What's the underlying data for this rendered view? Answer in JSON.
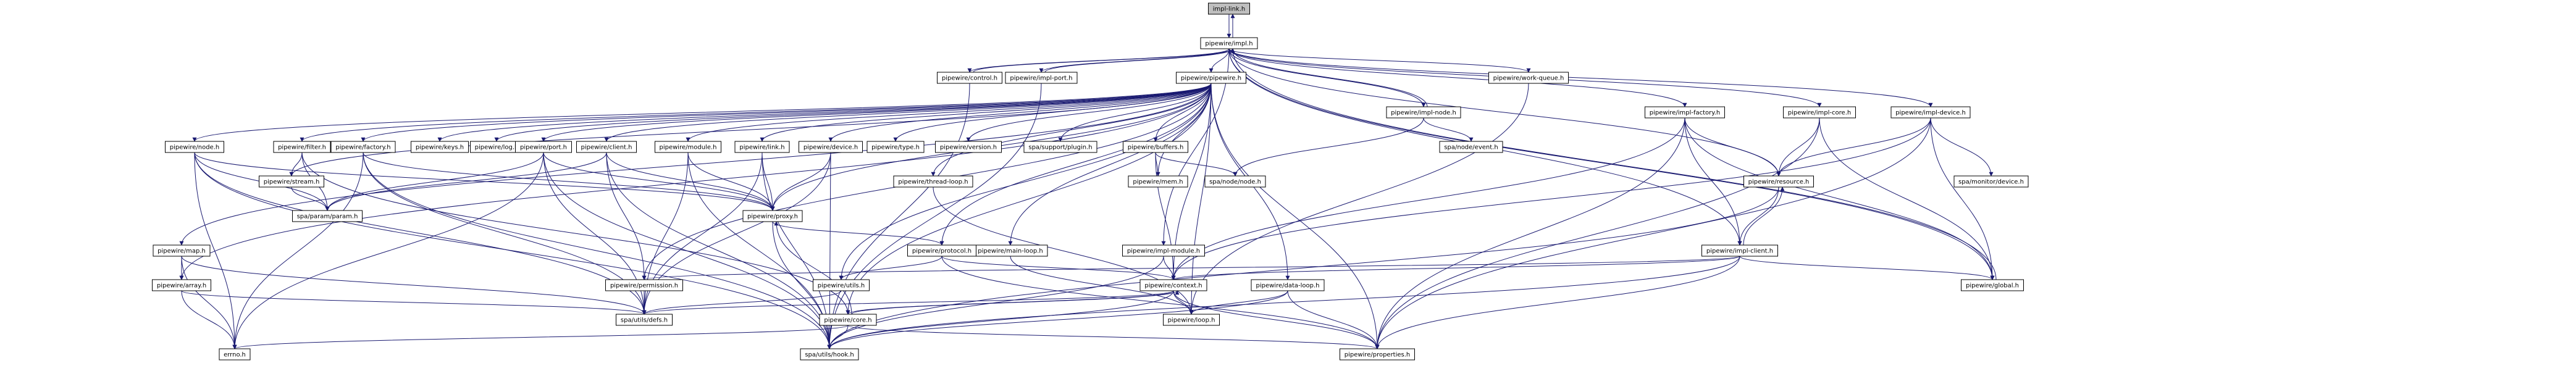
{
  "graph": {
    "type": "include-dependency-graph",
    "colors": {
      "edge": "#191970",
      "highlight_fill": "#bfbfbf",
      "node_fill": "#ffffff",
      "link_text": "#000000",
      "missing_text": "#ff0000",
      "external_text": "#bfbfbf"
    },
    "nodes": [
      {
        "id": "impl_link",
        "label": "impl-link.h",
        "style": "highlight"
      },
      {
        "id": "impl",
        "label": "pipewire/impl.h",
        "style": "normal"
      },
      {
        "id": "control",
        "label": "pipewire/control.h",
        "style": "normal"
      },
      {
        "id": "impl_port",
        "label": "pipewire/impl-port.h",
        "style": "normal"
      },
      {
        "id": "pipewire",
        "label": "pipewire/pipewire.h",
        "style": "normal"
      },
      {
        "id": "impl_node",
        "label": "pipewire/impl-node.h",
        "style": "normal"
      },
      {
        "id": "work_queue",
        "label": "pipewire/work-queue.h",
        "style": "normal"
      },
      {
        "id": "impl_factory",
        "label": "pipewire/impl-factory.h",
        "style": "normal"
      },
      {
        "id": "impl_core",
        "label": "pipewire/impl-core.h",
        "style": "normal"
      },
      {
        "id": "impl_device",
        "label": "pipewire/impl-device.h",
        "style": "normal"
      },
      {
        "id": "node",
        "label": "pipewire/node.h",
        "style": "red"
      },
      {
        "id": "filter",
        "label": "pipewire/filter.h",
        "style": "red"
      },
      {
        "id": "factory",
        "label": "pipewire/factory.h",
        "style": "red"
      },
      {
        "id": "keys",
        "label": "pipewire/keys.h",
        "style": "normal"
      },
      {
        "id": "log",
        "label": "pipewire/log.h",
        "style": "red"
      },
      {
        "id": "port",
        "label": "pipewire/port.h",
        "style": "red"
      },
      {
        "id": "client",
        "label": "pipewire/client.h",
        "style": "normal"
      },
      {
        "id": "module",
        "label": "pipewire/module.h",
        "style": "normal"
      },
      {
        "id": "link",
        "label": "pipewire/link.h",
        "style": "normal"
      },
      {
        "id": "device",
        "label": "pipewire/device.h",
        "style": "normal"
      },
      {
        "id": "type",
        "label": "pipewire/type.h",
        "style": "red"
      },
      {
        "id": "version",
        "label": "pipewire/version.h",
        "style": "normal"
      },
      {
        "id": "plugin",
        "label": "spa/support/plugin.h",
        "style": "external"
      },
      {
        "id": "buffers",
        "label": "pipewire/buffers.h",
        "style": "normal"
      },
      {
        "id": "node_event",
        "label": "spa/node/event.h",
        "style": "external"
      },
      {
        "id": "stream",
        "label": "pipewire/stream.h",
        "style": "red"
      },
      {
        "id": "thread_loop",
        "label": "pipewire/thread-loop.h",
        "style": "normal"
      },
      {
        "id": "mem",
        "label": "pipewire/mem.h",
        "style": "normal"
      },
      {
        "id": "spa_node",
        "label": "spa/node/node.h",
        "style": "external"
      },
      {
        "id": "resource",
        "label": "pipewire/resource.h",
        "style": "normal"
      },
      {
        "id": "monitor_device",
        "label": "spa/monitor/device.h",
        "style": "external"
      },
      {
        "id": "proxy",
        "label": "pipewire/proxy.h",
        "style": "normal"
      },
      {
        "id": "param",
        "label": "spa/param/param.h",
        "style": "external"
      },
      {
        "id": "map",
        "label": "pipewire/map.h",
        "style": "red"
      },
      {
        "id": "main_loop",
        "label": "pipewire/main-loop.h",
        "style": "normal"
      },
      {
        "id": "impl_module",
        "label": "pipewire/impl-module.h",
        "style": "normal"
      },
      {
        "id": "impl_client",
        "label": "pipewire/impl-client.h",
        "style": "normal"
      },
      {
        "id": "protocol",
        "label": "pipewire/protocol.h",
        "style": "red"
      },
      {
        "id": "array",
        "label": "pipewire/array.h",
        "style": "normal"
      },
      {
        "id": "permission",
        "label": "pipewire/permission.h",
        "style": "normal"
      },
      {
        "id": "utils",
        "label": "pipewire/utils.h",
        "style": "red"
      },
      {
        "id": "context",
        "label": "pipewire/context.h",
        "style": "normal"
      },
      {
        "id": "data_loop",
        "label": "pipewire/data-loop.h",
        "style": "normal"
      },
      {
        "id": "global",
        "label": "pipewire/global.h",
        "style": "normal"
      },
      {
        "id": "defs",
        "label": "spa/utils/defs.h",
        "style": "external"
      },
      {
        "id": "loop",
        "label": "pipewire/loop.h",
        "style": "red"
      },
      {
        "id": "core",
        "label": "pipewire/core.h",
        "style": "red"
      },
      {
        "id": "errno",
        "label": "errno.h",
        "style": "external"
      },
      {
        "id": "hook",
        "label": "spa/utils/hook.h",
        "style": "external"
      },
      {
        "id": "properties",
        "label": "pipewire/properties.h",
        "style": "red"
      }
    ],
    "edges": [
      [
        "impl_link",
        "impl"
      ],
      [
        "impl",
        "impl_link"
      ],
      [
        "impl",
        "control"
      ],
      [
        "impl",
        "impl_port"
      ],
      [
        "impl",
        "pipewire"
      ],
      [
        "impl",
        "impl_node"
      ],
      [
        "impl",
        "work_queue"
      ],
      [
        "impl",
        "impl_factory"
      ],
      [
        "impl",
        "impl_core"
      ],
      [
        "impl",
        "impl_device"
      ],
      [
        "impl",
        "impl_client"
      ],
      [
        "impl",
        "impl_module"
      ],
      [
        "impl",
        "resource"
      ],
      [
        "impl",
        "global"
      ],
      [
        "control",
        "impl"
      ],
      [
        "control",
        "hook"
      ],
      [
        "impl_port",
        "impl"
      ],
      [
        "impl_port",
        "hook"
      ],
      [
        "impl_node",
        "impl"
      ],
      [
        "impl_node",
        "node_event"
      ],
      [
        "impl_node",
        "spa_node"
      ],
      [
        "work_queue",
        "loop"
      ],
      [
        "pipewire",
        "node"
      ],
      [
        "pipewire",
        "filter"
      ],
      [
        "pipewire",
        "factory"
      ],
      [
        "pipewire",
        "keys"
      ],
      [
        "pipewire",
        "log"
      ],
      [
        "pipewire",
        "port"
      ],
      [
        "pipewire",
        "client"
      ],
      [
        "pipewire",
        "module"
      ],
      [
        "pipewire",
        "link"
      ],
      [
        "pipewire",
        "device"
      ],
      [
        "pipewire",
        "type"
      ],
      [
        "pipewire",
        "version"
      ],
      [
        "pipewire",
        "plugin"
      ],
      [
        "pipewire",
        "buffers"
      ],
      [
        "pipewire",
        "stream"
      ],
      [
        "pipewire",
        "thread_loop"
      ],
      [
        "pipewire",
        "mem"
      ],
      [
        "pipewire",
        "proxy"
      ],
      [
        "pipewire",
        "map"
      ],
      [
        "pipewire",
        "array"
      ],
      [
        "pipewire",
        "main_loop"
      ],
      [
        "pipewire",
        "protocol"
      ],
      [
        "pipewire",
        "permission"
      ],
      [
        "pipewire",
        "utils"
      ],
      [
        "pipewire",
        "context"
      ],
      [
        "pipewire",
        "data_loop"
      ],
      [
        "pipewire",
        "loop"
      ],
      [
        "pipewire",
        "core"
      ],
      [
        "pipewire",
        "properties"
      ],
      [
        "impl_factory",
        "resource"
      ],
      [
        "impl_factory",
        "impl_client"
      ],
      [
        "impl_factory",
        "global"
      ],
      [
        "impl_factory",
        "properties"
      ],
      [
        "impl_factory",
        "context"
      ],
      [
        "impl_core",
        "resource"
      ],
      [
        "impl_core",
        "global"
      ],
      [
        "impl_core",
        "properties"
      ],
      [
        "impl_device",
        "monitor_device"
      ],
      [
        "impl_device",
        "global"
      ],
      [
        "impl_device",
        "context"
      ],
      [
        "impl_device",
        "properties"
      ],
      [
        "impl_device",
        "resource"
      ],
      [
        "node",
        "proxy"
      ],
      [
        "node",
        "param"
      ],
      [
        "node",
        "defs"
      ],
      [
        "node",
        "hook"
      ],
      [
        "node",
        "errno"
      ],
      [
        "filter",
        "stream"
      ],
      [
        "filter",
        "param"
      ],
      [
        "filter",
        "core"
      ],
      [
        "factory",
        "proxy"
      ],
      [
        "factory",
        "hook"
      ],
      [
        "factory",
        "defs"
      ],
      [
        "factory",
        "errno"
      ],
      [
        "port",
        "proxy"
      ],
      [
        "port",
        "param"
      ],
      [
        "port",
        "defs"
      ],
      [
        "port",
        "hook"
      ],
      [
        "port",
        "errno"
      ],
      [
        "client",
        "proxy"
      ],
      [
        "client",
        "param"
      ],
      [
        "client",
        "permission"
      ],
      [
        "client",
        "hook"
      ],
      [
        "module",
        "proxy"
      ],
      [
        "module",
        "defs"
      ],
      [
        "module",
        "hook"
      ],
      [
        "link",
        "proxy"
      ],
      [
        "link",
        "defs"
      ],
      [
        "link",
        "hook"
      ],
      [
        "device",
        "proxy"
      ],
      [
        "device",
        "defs"
      ],
      [
        "device",
        "hook"
      ],
      [
        "buffers",
        "mem"
      ],
      [
        "buffers",
        "spa_node"
      ],
      [
        "buffers",
        "context"
      ],
      [
        "stream",
        "param"
      ],
      [
        "thread_loop",
        "loop"
      ],
      [
        "resource",
        "impl_client"
      ],
      [
        "resource",
        "hook"
      ],
      [
        "proxy",
        "protocol"
      ],
      [
        "proxy",
        "hook"
      ],
      [
        "map",
        "array"
      ],
      [
        "map",
        "defs"
      ],
      [
        "map",
        "errno"
      ],
      [
        "main_loop",
        "loop"
      ],
      [
        "impl_module",
        "context"
      ],
      [
        "impl_module",
        "hook"
      ],
      [
        "impl_client",
        "resource"
      ],
      [
        "impl_client",
        "permission"
      ],
      [
        "impl_client",
        "context"
      ],
      [
        "impl_client",
        "global"
      ],
      [
        "impl_client",
        "properties"
      ],
      [
        "impl_client",
        "hook"
      ],
      [
        "protocol",
        "utils"
      ],
      [
        "protocol",
        "context"
      ],
      [
        "protocol",
        "properties"
      ],
      [
        "array",
        "defs"
      ],
      [
        "array",
        "errno"
      ],
      [
        "permission",
        "defs"
      ],
      [
        "utils",
        "defs"
      ],
      [
        "context",
        "core"
      ],
      [
        "context",
        "loop"
      ],
      [
        "context",
        "defs"
      ],
      [
        "context",
        "hook"
      ],
      [
        "context",
        "properties"
      ],
      [
        "data_loop",
        "loop"
      ],
      [
        "data_loop",
        "hook"
      ],
      [
        "data_loop",
        "properties"
      ],
      [
        "global",
        "impl"
      ],
      [
        "core",
        "context"
      ],
      [
        "core",
        "proxy"
      ],
      [
        "core",
        "properties"
      ],
      [
        "core",
        "hook"
      ],
      [
        "core",
        "errno"
      ]
    ]
  }
}
